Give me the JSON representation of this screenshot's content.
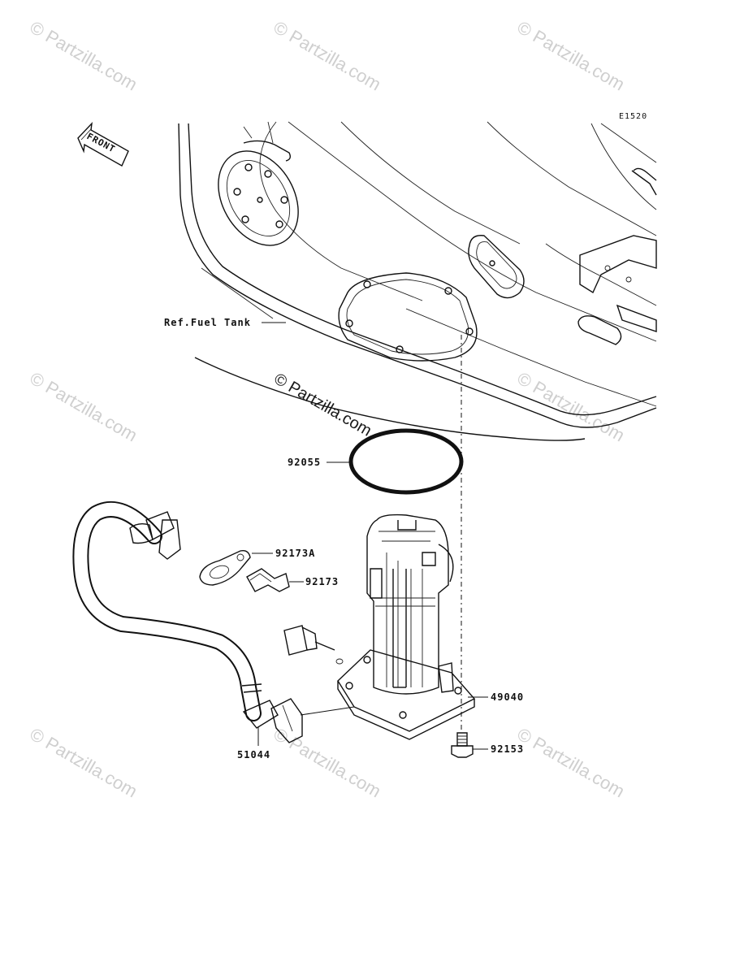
{
  "diagram": {
    "code": "E1520",
    "front_label": "FRONT",
    "ref_label": "Ref.Fuel Tank",
    "parts": [
      {
        "id": "p1",
        "number": "92055"
      },
      {
        "id": "p2",
        "number": "92173A"
      },
      {
        "id": "p3",
        "number": "92173"
      },
      {
        "id": "p4",
        "number": "49040"
      },
      {
        "id": "p5",
        "number": "92153"
      },
      {
        "id": "p6",
        "number": "51044"
      }
    ]
  },
  "watermarks": {
    "text": "© Partzilla.com"
  }
}
